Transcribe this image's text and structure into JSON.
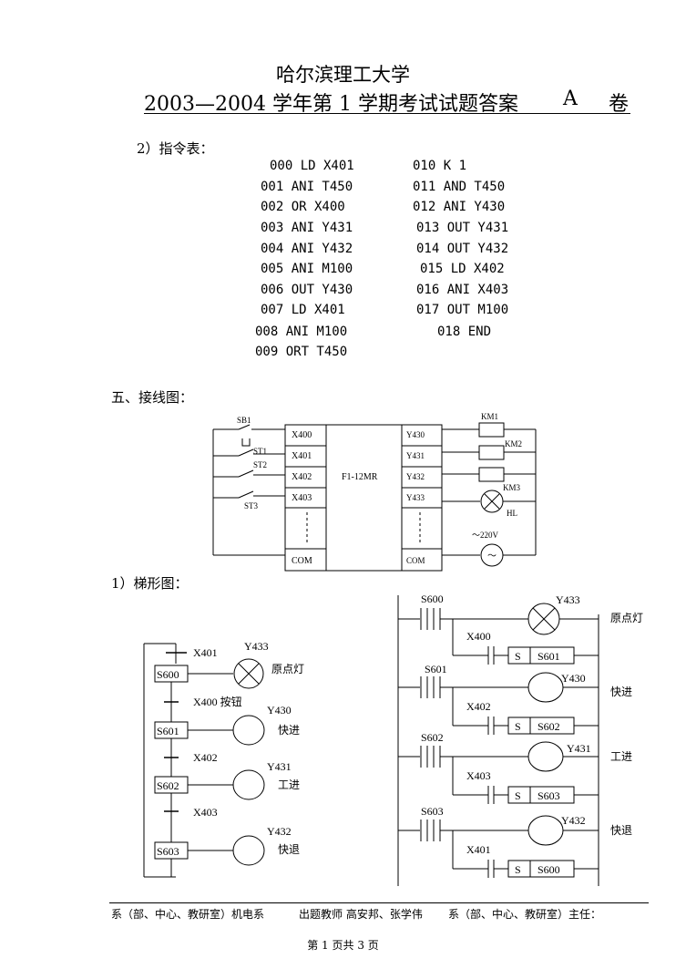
{
  "header": {
    "university": "哈尔滨理工大学",
    "exam_title": "2003—2004 学年第 1 学期考试试题答案",
    "paper": "A",
    "volume": "卷"
  },
  "section_instructions": {
    "heading": "2）指令表：",
    "left": [
      "000 LD X401",
      "001 ANI T450",
      "002 OR X400",
      "003 ANI Y431",
      "004 ANI Y432",
      "005 ANI M100",
      "006 OUT Y430",
      "007 LD X401",
      "008 ANI M100",
      "009 ORT T450"
    ],
    "right": [
      "010 K 1",
      "011 AND T450",
      "012 ANI Y430",
      "013 OUT Y431",
      "014 OUT Y432",
      "015 LD X402",
      "016 ANI X403",
      "017 OUT M100",
      "018 END"
    ]
  },
  "section_wiring": {
    "heading": "五、接线图：",
    "plc_model": "F1-12MR",
    "inputs": [
      "X400",
      "X401",
      "X402",
      "X403",
      "COM"
    ],
    "outputs": [
      "Y430",
      "Y431",
      "Y432",
      "Y433",
      "COM"
    ],
    "switches": [
      "SB1",
      "ST1",
      "ST2",
      "ST3"
    ],
    "loads": [
      "KM1",
      "KM2",
      "KM3",
      "HL"
    ],
    "supply": "～220V",
    "ac_symbol": "～"
  },
  "section_ladder": {
    "heading": "1）梯形图：",
    "sfc": {
      "steps": [
        "S600",
        "S601",
        "S602",
        "S603"
      ],
      "transitions": [
        "X401",
        "X400 按钮",
        "X402",
        "X403"
      ],
      "outputs": [
        "Y433",
        "Y430",
        "Y431",
        "Y432"
      ],
      "output_labels": [
        "原点灯",
        "快进",
        "工进",
        "快退"
      ]
    },
    "ladder": {
      "rungs": [
        {
          "step": "S600",
          "output": "Y433",
          "cond": "X400",
          "next_label": "S",
          "next": "S601",
          "desc": "原点灯"
        },
        {
          "step": "S601",
          "output": "Y430",
          "cond": "X402",
          "next_label": "S",
          "next": "S602",
          "desc": "快进"
        },
        {
          "step": "S602",
          "output": "Y431",
          "cond": "X403",
          "next_label": "S",
          "next": "S603",
          "desc": "工进"
        },
        {
          "step": "S603",
          "output": "Y432",
          "cond": "X401",
          "next_label": "S",
          "next": "S600",
          "desc": "快退"
        }
      ]
    }
  },
  "footer": {
    "dept": "系（部、中心、教研室）机电系",
    "teachers": "出题教师 高安邦、张学伟",
    "director": "系（部、中心、教研室）主任：",
    "page": "第 1 页共 3 页"
  }
}
